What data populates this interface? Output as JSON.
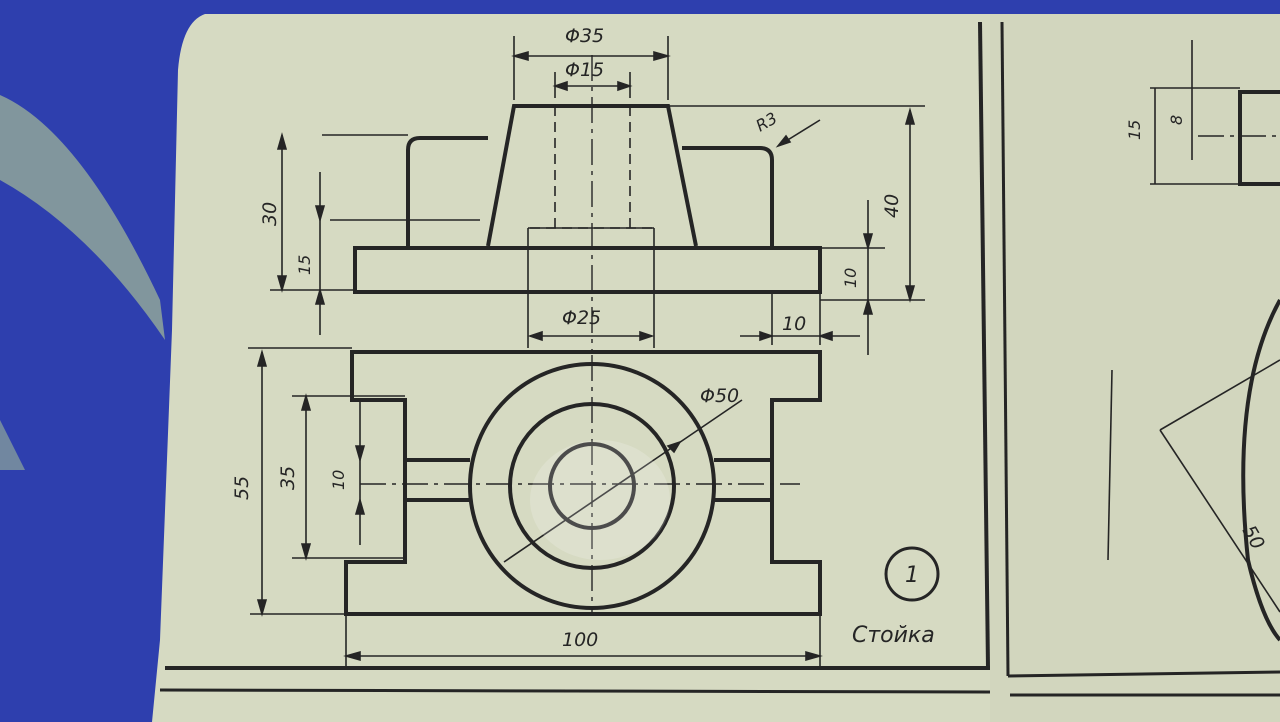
{
  "drawing": {
    "title": "Стойка",
    "number": "1",
    "dimensions": {
      "d35": "Φ35",
      "d15": "Φ15",
      "d25": "Φ25",
      "r3": "R3",
      "h30": "30",
      "h15": "15",
      "h40": "40",
      "h10": "10",
      "w10": "10",
      "d50": "Φ50",
      "v55": "55",
      "v35": "35",
      "v10": "10",
      "w100": "100",
      "side15": "15",
      "side8": "8",
      "side50": "50"
    }
  },
  "colors": {
    "background": "#2e3fae",
    "paper": "#d8dcc4",
    "ink": "#252525"
  }
}
